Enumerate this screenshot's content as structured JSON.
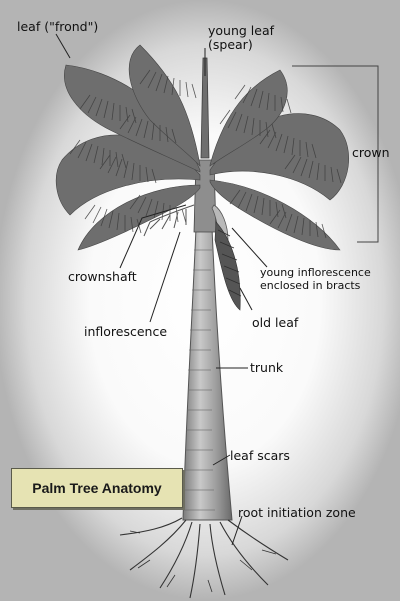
{
  "title": "Palm Tree Anatomy",
  "labels": {
    "leaf_frond": "leaf (\"frond\")",
    "young_leaf_1": "young leaf",
    "young_leaf_2": "(spear)",
    "crown": "crown",
    "crownshaft": "crownshaft",
    "young_inflorescence_1": "young inflorescence",
    "young_inflorescence_2": "enclosed in bracts",
    "old_leaf": "old leaf",
    "inflorescence": "inflorescence",
    "trunk": "trunk",
    "leaf_scars": "leaf scars",
    "root_initiation_zone": "root initiation zone"
  },
  "colors": {
    "foliage": "#6b6b6b",
    "foliage_dark": "#4a4a4a",
    "trunk": "#9a9a9a",
    "title_box": "#e6e3b3"
  }
}
